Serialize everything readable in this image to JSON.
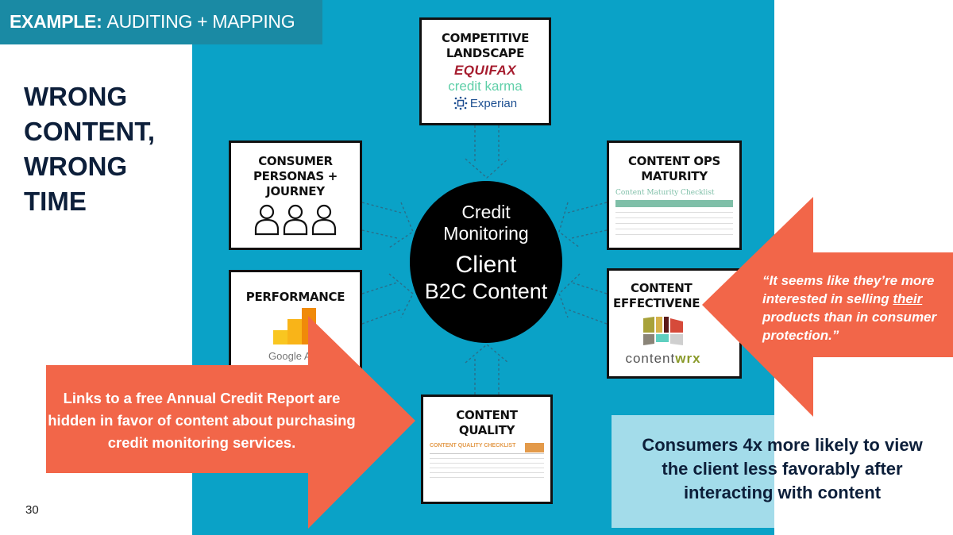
{
  "slide": {
    "header": {
      "bold": "EXAMPLE:",
      "rest": "AUDITING + MAPPING"
    },
    "side_title": [
      "WRONG",
      "CONTENT,",
      "WRONG",
      "TIME"
    ],
    "page_number": "30"
  },
  "colors": {
    "panel_blue": "#0aa2c7",
    "header_teal": "#1a8aa4",
    "arrow_coral": "#f26649",
    "navy_text": "#0d1f3a",
    "stat_light_blue": "#a3dcea"
  },
  "hub": {
    "line1": "Credit",
    "line2": "Monitoring",
    "line3": "Client",
    "line4": "B2C Content"
  },
  "cards": {
    "competitive": {
      "title_l1": "COMPETITIVE",
      "title_l2": "LANDSCAPE",
      "logos": [
        "EQUIFAX",
        "credit karma",
        "Experian"
      ]
    },
    "personas": {
      "title_l1": "CONSUMER",
      "title_l2": "PERSONAS +",
      "title_l3": "JOURNEY",
      "icon": "people-icon"
    },
    "performance": {
      "title": "PERFORMANCE",
      "logo_text": "Google Ana"
    },
    "ops_maturity": {
      "title_l1": "CONTENT OPS",
      "title_l2": "MATURITY",
      "doc_title": "Content Maturity Checklist"
    },
    "effectiveness": {
      "title_l1": "CONTENT",
      "title_l2": "EFFECTIVENE",
      "logo_text_a": "content",
      "logo_text_b": "wrx"
    },
    "quality": {
      "title_l1": "CONTENT",
      "title_l2": "QUALITY",
      "doc_title": "CONTENT QUALITY CHECKLIST"
    }
  },
  "callouts": {
    "left_arrow": "Links to a free Annual Credit Report are hidden in favor of content about purchasing credit monitoring services.",
    "right_arrow": {
      "before": "“It seems like they’re more interested in selling ",
      "underlined": "their",
      "after": " products than in consumer protection.”"
    },
    "stat": "Consumers 4x more likely to view the client less favorably after interacting with content"
  }
}
